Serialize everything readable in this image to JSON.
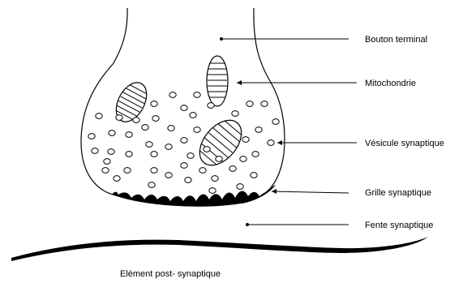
{
  "labels": {
    "bouton_terminal": "Bouton terminal",
    "mitochondrie": "Mitochondrie",
    "vesicule": "Vésicule synaptique",
    "grille": "Grille synaptique",
    "fente": "Fente synaptique",
    "post": "Elément post- synaptique"
  },
  "colors": {
    "ink": "#000000",
    "background": "#ffffff"
  }
}
